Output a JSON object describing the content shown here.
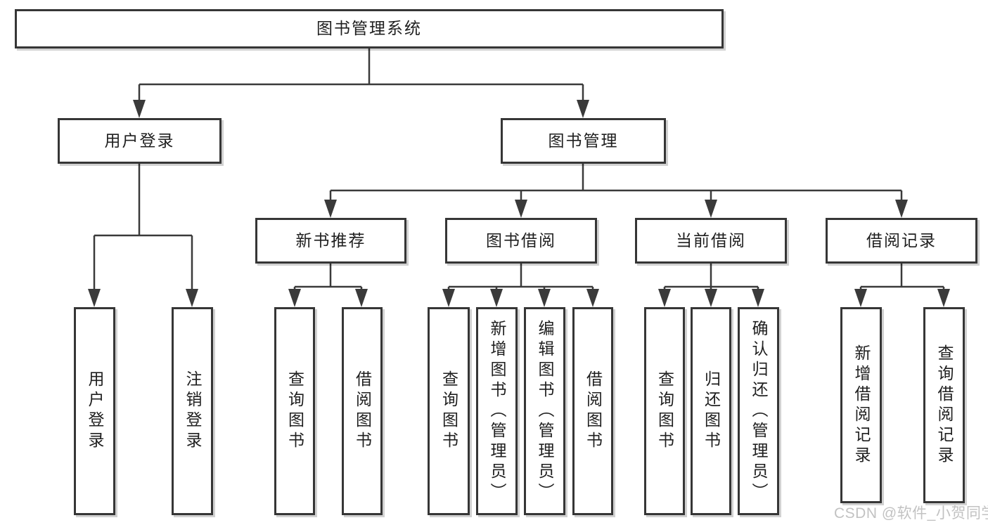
{
  "colors": {
    "background": "#ffffff",
    "line": "#3a3a3a",
    "box_border": "#363636",
    "box_fill": "#ffffff",
    "text": "#1f1f1f",
    "watermark_text": "#c2c2c2"
  },
  "tree": {
    "label": "图书管理系统",
    "children": [
      {
        "label": "用户登录",
        "children": [
          {
            "label": "用户登录"
          },
          {
            "label": "注销登录"
          }
        ]
      },
      {
        "label": "图书管理",
        "children": [
          {
            "label": "新书推荐",
            "children": [
              {
                "label": "查询图书"
              },
              {
                "label": "借阅图书"
              }
            ]
          },
          {
            "label": "图书借阅",
            "children": [
              {
                "label": "查询图书"
              },
              {
                "label": "新增图书（管理员）"
              },
              {
                "label": "编辑图书（管理员）"
              },
              {
                "label": "借阅图书"
              }
            ]
          },
          {
            "label": "当前借阅",
            "children": [
              {
                "label": "查询图书"
              },
              {
                "label": "归还图书"
              },
              {
                "label": "确认归还（管理员）"
              }
            ]
          },
          {
            "label": "借阅记录",
            "children": [
              {
                "label": "新增借阅记录"
              },
              {
                "label": "查询借阅记录"
              }
            ]
          }
        ]
      }
    ]
  },
  "watermark": "CSDN @软件_小贺同学"
}
